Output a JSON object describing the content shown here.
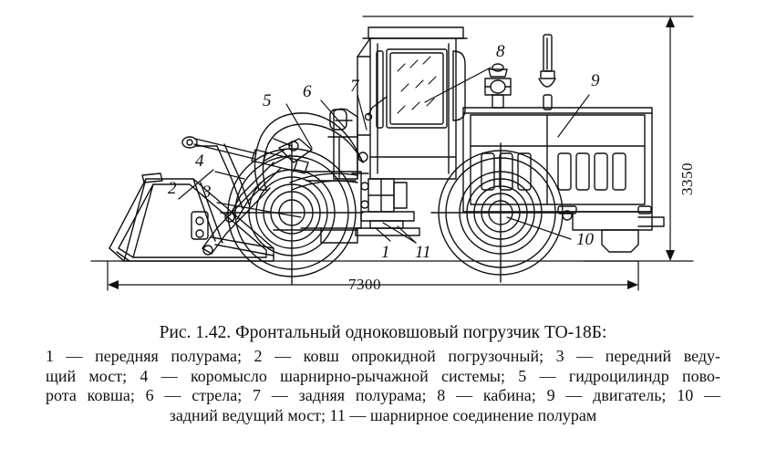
{
  "figure": {
    "title": "Рис. 1.42. Фронтальный одноковшовый погрузчик ТО-18Б:",
    "legend_lines": [
      "1 — передняя полурама; 2 — ковш опрокидной погрузочный; 3 — передний веду-",
      "щий мост; 4 — коромысло шарнирно-рычажной системы; 5 — гидроцилиндр пово-",
      "рота ковша; 6 — стрела; 7 — задняя полурама; 8 — кабина; 9 — двигатель; 10 —",
      "задний ведущий мост; 11 — шарнирное соединение полурам"
    ],
    "legend_items": [
      {
        "number": "1",
        "text": "передняя полурама"
      },
      {
        "number": "2",
        "text": "ковш опрокидной погрузочный"
      },
      {
        "number": "3",
        "text": "передний ведущий мост"
      },
      {
        "number": "4",
        "text": "коромысло шарнирно-рычажной системы"
      },
      {
        "number": "5",
        "text": "гидроцилиндр поворота ковша"
      },
      {
        "number": "6",
        "text": "стрела"
      },
      {
        "number": "7",
        "text": "задняя полурама"
      },
      {
        "number": "8",
        "text": "кабина"
      },
      {
        "number": "9",
        "text": "двигатель"
      },
      {
        "number": "10",
        "text": "задний ведущий мост"
      },
      {
        "number": "11",
        "text": "шарнирное соединение полурам"
      }
    ]
  },
  "dimensions": {
    "height": "3350",
    "length": "7300"
  },
  "callouts": {
    "c1": "1",
    "c2": "2",
    "c3": "3",
    "c4": "4",
    "c5": "5",
    "c6": "6",
    "c7": "7",
    "c8": "8",
    "c9": "9",
    "c10": "10",
    "c11": "11"
  },
  "colors": {
    "ink": "#111111",
    "paper": "#ffffff"
  }
}
